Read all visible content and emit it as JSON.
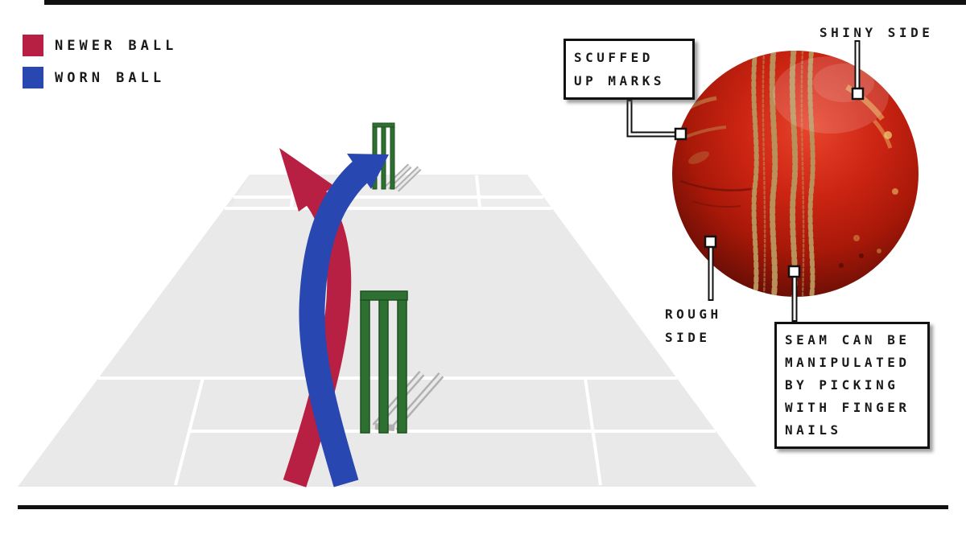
{
  "legend": {
    "items": [
      {
        "label": "NEWER BALL",
        "color": "#b82043"
      },
      {
        "label": "WORN BALL",
        "color": "#2847b0"
      }
    ]
  },
  "pitch": {
    "surface_color": "#e9e9e9",
    "crease_line_color": "#ffffff",
    "stumps_color": "#2e7031",
    "stumps_shadow_color": "#b0b0b0",
    "trajectories": [
      {
        "name": "newer-ball-swing",
        "color": "#b82043"
      },
      {
        "name": "worn-ball-swing",
        "color": "#2847b0"
      }
    ]
  },
  "ball": {
    "body_color": "#cc2413",
    "dark_edge_color": "#420a05",
    "seam_color": "#b8915a",
    "annotations": {
      "shiny_side": "SHINY SIDE",
      "scuffed_box_lines": [
        "SCUFFED",
        "UP MARKS"
      ],
      "rough_side_lines": [
        "ROUGH",
        "SIDE"
      ],
      "seam_box_lines": [
        "SEAM CAN BE",
        "MANIPULATED",
        "BY PICKING",
        "WITH FINGER",
        "NAILS"
      ]
    }
  }
}
